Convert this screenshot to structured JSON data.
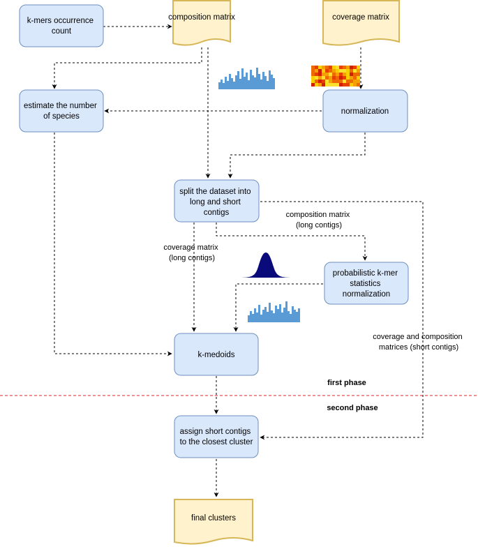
{
  "nodes": {
    "kmers": {
      "lines": [
        "k-mers occurrence",
        "count"
      ]
    },
    "composition": {
      "lines": [
        "composition matrix"
      ]
    },
    "coverage": {
      "lines": [
        "coverage matrix"
      ]
    },
    "estimate": {
      "lines": [
        "estimate the number",
        "of species"
      ]
    },
    "normalization": {
      "lines": [
        "normalization"
      ]
    },
    "split": {
      "lines": [
        "split the dataset into",
        "long and short",
        "contigs"
      ]
    },
    "probabilistic": {
      "lines": [
        "probabilistic k-mer",
        "statistics",
        "normalization"
      ]
    },
    "kmedoids": {
      "lines": [
        "k-medoids"
      ]
    },
    "assign": {
      "lines": [
        "assign short contigs",
        "to the closest cluster"
      ]
    },
    "final": {
      "lines": [
        "final clusters"
      ]
    }
  },
  "edge_labels": {
    "comp_long": [
      "composition matrix",
      "(long contigs)"
    ],
    "cov_long": [
      "coverage matrix",
      "(long contigs)"
    ],
    "cov_comp_short": [
      "coverage and composition",
      "matrices (short contigs)"
    ]
  },
  "phases": {
    "first": "first phase",
    "second": "second phase"
  },
  "colors": {
    "process_fill": "#dae8fc",
    "process_stroke": "#6c8ebf",
    "document_fill": "#fff2cc",
    "document_stroke": "#d6b656",
    "histogram": "#5b9bd5",
    "gaussian": "#0a0a7a",
    "phase_divider": "#e02020"
  },
  "icons": [
    "histogram-icon",
    "heatmap-icon",
    "gaussian-curve-icon"
  ]
}
